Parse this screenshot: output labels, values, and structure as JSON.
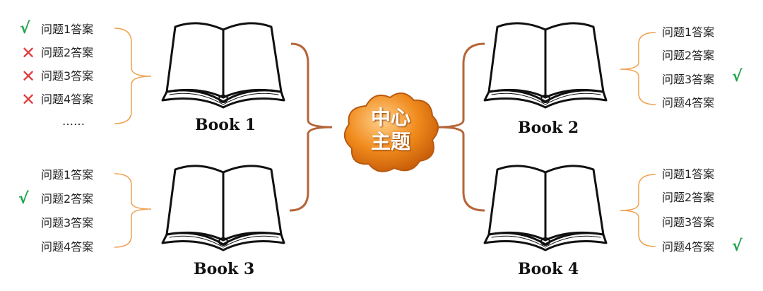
{
  "center_topic": {
    "line1": "中心",
    "line2": "主题"
  },
  "books": [
    {
      "label": "Book 1",
      "questions": [
        "问题1答案",
        "问题2答案",
        "问题3答案",
        "问题4答案",
        "……"
      ],
      "marks": [
        "correct",
        "wrong",
        "wrong",
        "wrong",
        ""
      ]
    },
    {
      "label": "Book 2",
      "questions": [
        "问题1答案",
        "问题2答案",
        "问题3答案",
        "问题4答案"
      ],
      "marks": [
        "",
        "",
        "correct",
        ""
      ]
    },
    {
      "label": "Book 3",
      "questions": [
        "问题1答案",
        "问题2答案",
        "问题3答案",
        "问题4答案"
      ],
      "marks": [
        "",
        "correct",
        "",
        ""
      ]
    },
    {
      "label": "Book 4",
      "questions": [
        "问题1答案",
        "问题2答案",
        "问题3答案",
        "问题4答案"
      ],
      "marks": [
        "",
        "",
        "",
        "correct"
      ]
    }
  ],
  "symbols": {
    "correct": "√",
    "wrong": "✕"
  },
  "colors": {
    "center_fill": "#f08a1c",
    "main_connector": "#b5653a",
    "question_bracket": "#f0a050",
    "correct": "#1fa44a",
    "wrong": "#e23b3b"
  }
}
